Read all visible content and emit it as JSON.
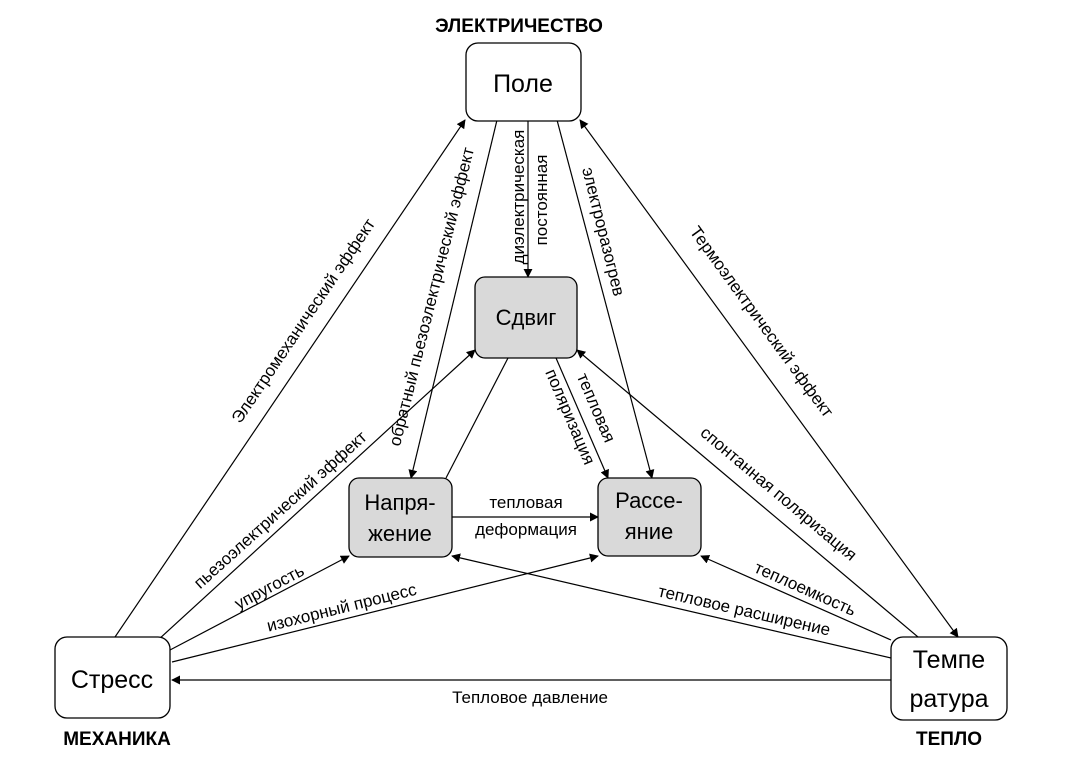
{
  "domains": {
    "electricity": "ЭЛЕКТРИЧЕСТВО",
    "mechanics": "МЕХАНИКА",
    "heat": "ТЕПЛО"
  },
  "nodes": {
    "field": "Поле",
    "stress": "Стресс",
    "temperature_line1": "Темпе",
    "temperature_line2": "ратура",
    "displacement": "Сдвиг",
    "strain_line1": "Напря-",
    "strain_line2": "жение",
    "entropy_line1": "Рассе-",
    "entropy_line2": "яние"
  },
  "edges": {
    "electromechanical": "Электромеханический эффект",
    "thermoelectric": "Термоэлектрический эффект",
    "thermal_pressure": "Тепловое давление",
    "inverse_piezo": "обратный пьезоэлектрический эффект",
    "dielectric_line1": "диэлектрическая",
    "dielectric_line2": "постоянная",
    "electrocaloric": "электроразогрев",
    "piezoelectric": "пьезоэлектрический эффект",
    "elasticity": "упругость",
    "isochoric": "изохорный процесс",
    "thermal_deformation_line1": "тепловая",
    "thermal_deformation_line2": "деформация",
    "pyro_line1": "тепловая",
    "pyro_line2": "поляризация",
    "spontaneous_polarization": "спонтанная поляризация",
    "heat_capacity": "теплоемкость",
    "thermal_expansion": "тепловое расширение"
  }
}
